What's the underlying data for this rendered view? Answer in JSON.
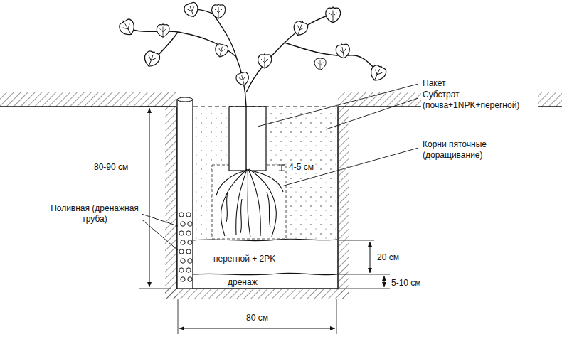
{
  "diagram": {
    "labels": [
      "Пакет",
      "Субстрат (почва+1NPK+перегной)",
      "80-90 см",
      "Корни пяточные (доращивание)",
      "4-5 см",
      "Поливная (дренажная труба)",
      "перегной + 2PK",
      "20 см",
      "дренаж",
      "5-10 см",
      "80 см"
    ]
  }
}
